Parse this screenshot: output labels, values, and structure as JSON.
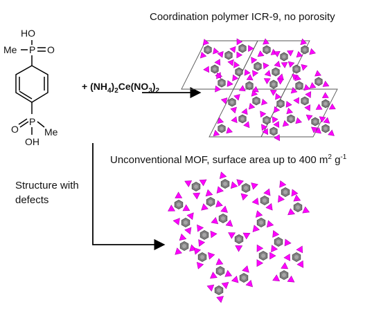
{
  "top_label": "Coordination polymer ICR-9, no porosity",
  "bottom_label": {
    "prefix": "Unconventional MOF, surface area up to 400 m",
    "sup": "2",
    "mid": " g",
    "sup2": "-1"
  },
  "side_label": "Structure with defects",
  "molecule": {
    "top_oh": "HO",
    "top_me": "Me",
    "top_p": "P",
    "top_o": "O",
    "bottom_o": "O",
    "bottom_p": "P",
    "bottom_me": "Me",
    "bottom_oh": "OH"
  },
  "reagent": {
    "plus": "+ (NH",
    "sub1": "4",
    "mid": ")",
    "sub2": "2",
    "ce": "Ce(NO",
    "sub3": "3",
    "end": ")",
    "sub4": "2"
  },
  "colors": {
    "node": "#7f7f7f",
    "linker": "#ff00ff",
    "line": "#000000"
  }
}
